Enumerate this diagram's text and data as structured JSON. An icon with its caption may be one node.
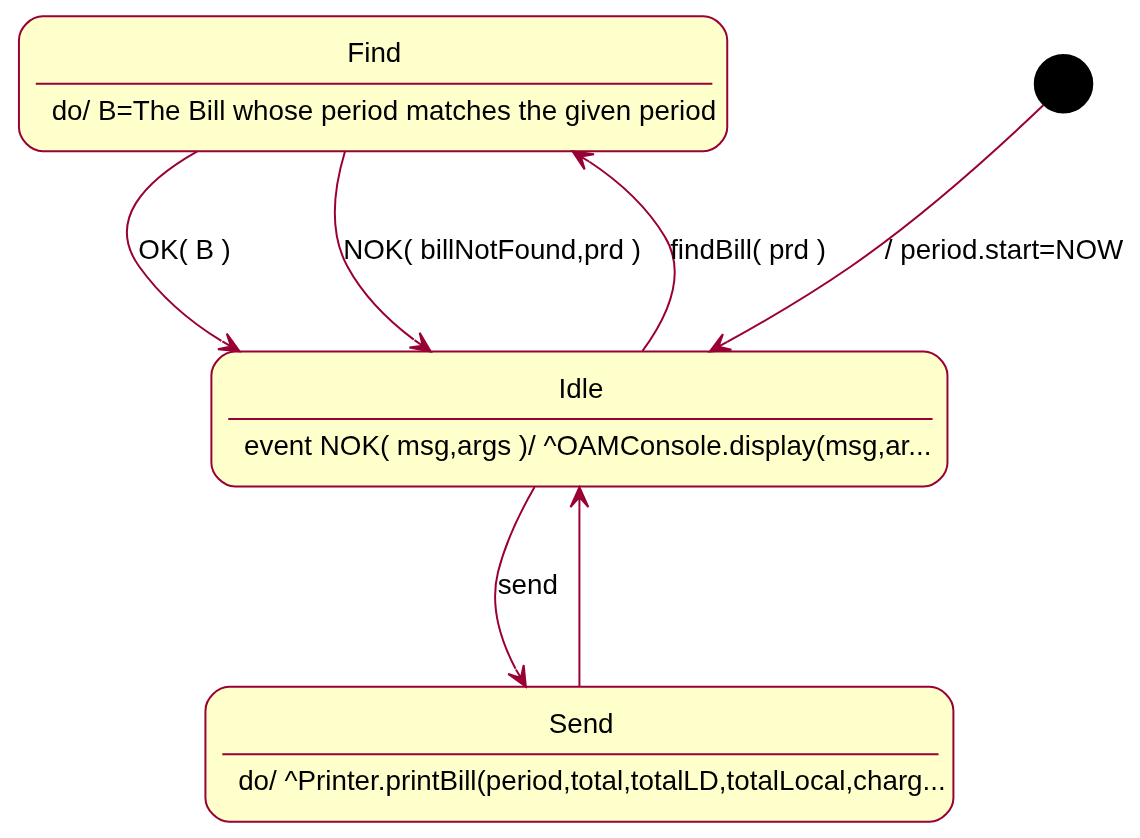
{
  "diagram": {
    "nodes": [
      {
        "text": [
          "Find",
          "do/ B=The Bill whose period matches the given period"
        ]
      },
      {
        "text": [
          "Idle",
          "event NOK( msg,args )/ ^OAMConsole.display(msg,ar..."
        ]
      },
      {
        "text": [
          "Send",
          "do/ ^Printer.printBill(period,total,totalLD,totalLocal,charg..."
        ]
      },
      {
        "text": [],
        "shape": "circle"
      }
    ],
    "edges": [
      {
        "from": 1,
        "to": 0,
        "arrow": "to",
        "label": "findBill( prd )"
      },
      {
        "from": 0,
        "to": 1,
        "arrow": "to",
        "label": "OK( B )"
      },
      {
        "from": 0,
        "to": 1,
        "arrow": "to",
        "label": "NOK( billNotFound,prd )"
      },
      {
        "from": 3,
        "to": 1,
        "arrow": "to",
        "label": "/ period.start=NOW"
      },
      {
        "from": 1,
        "to": 2,
        "arrow": "to",
        "label": "send"
      },
      {
        "from": 2,
        "to": 1,
        "arrow": "to"
      }
    ]
  }
}
